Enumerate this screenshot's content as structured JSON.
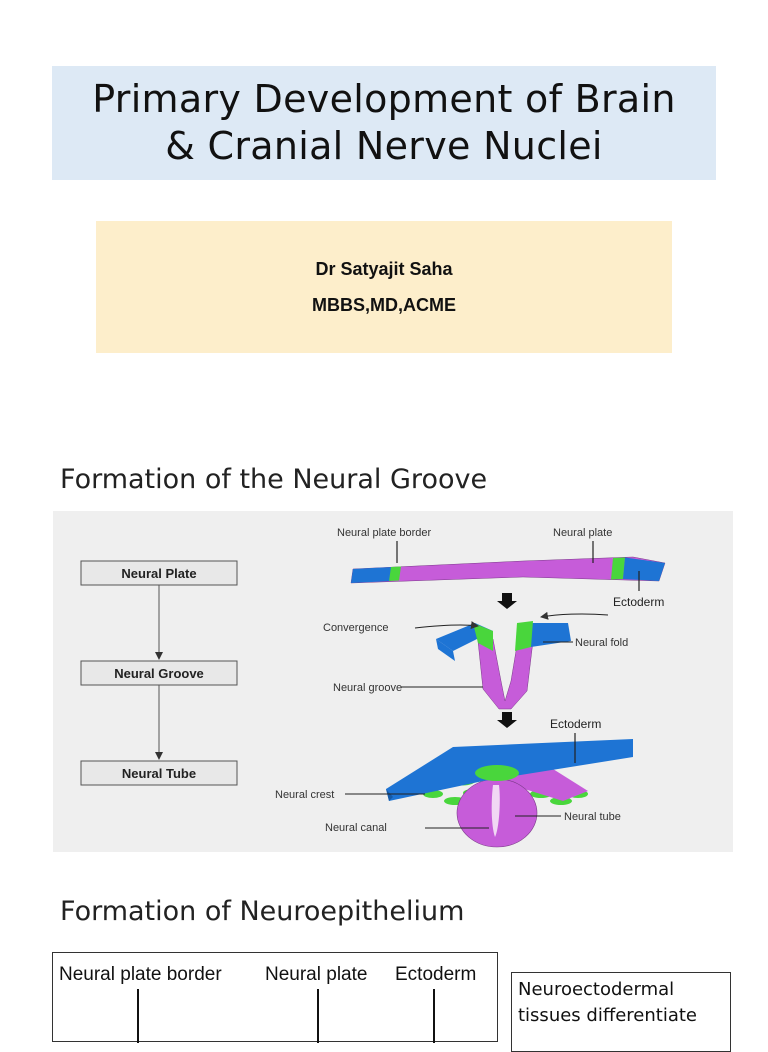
{
  "title": {
    "line1": "Primary Development of Brain",
    "line2": "& Cranial Nerve Nuclei"
  },
  "author": {
    "name": "Dr Satyajit Saha",
    "credentials": "MBBS,MD,ACME"
  },
  "section1": {
    "heading": "Formation of the Neural Groove",
    "flowchart": [
      "Neural Plate",
      "Neural Groove",
      "Neural Tube"
    ],
    "diagram_labels": {
      "neural_plate_border": "Neural plate border",
      "neural_plate": "Neural plate",
      "ectoderm_top": "Ectoderm",
      "convergence": "Convergence",
      "neural_fold": "Neural fold",
      "neural_groove": "Neural groove",
      "ectoderm_mid": "Ectoderm",
      "neural_crest": "Neural crest",
      "neural_tube": "Neural tube",
      "neural_canal": "Neural canal"
    },
    "colors": {
      "ectoderm": "#1e74d4",
      "border": "#49d63c",
      "neural_plate": "#c65cd9",
      "background": "#efefef"
    }
  },
  "section2": {
    "heading": "Formation of Neuroepithelium",
    "labels": [
      "Neural plate border",
      "Neural plate",
      "Ectoderm"
    ],
    "note": "Neuroectodermal tissues differentiate"
  }
}
